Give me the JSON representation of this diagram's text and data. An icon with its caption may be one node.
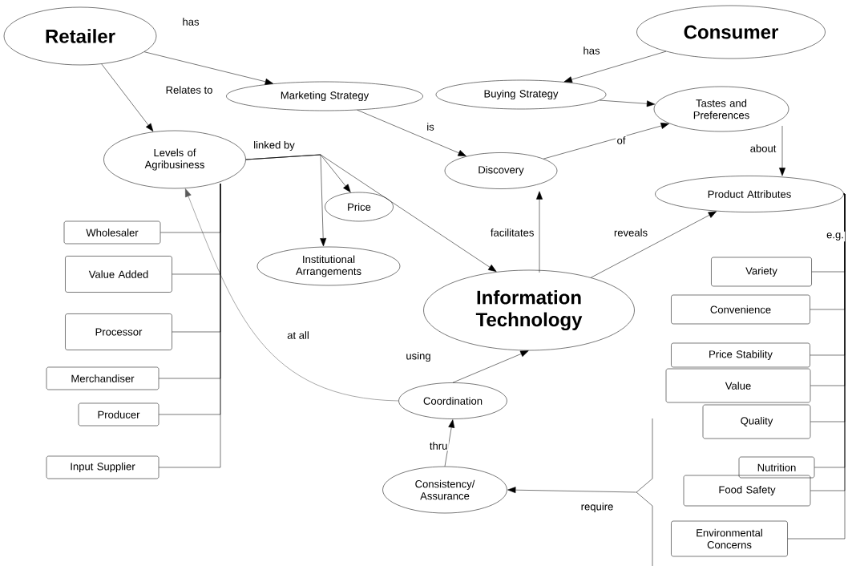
{
  "diagram": {
    "nodes": [
      {
        "text": [
          "Retailer"
        ]
      },
      {
        "text": [
          "Consumer"
        ]
      },
      {
        "text": [
          "Marketing Strategy"
        ]
      },
      {
        "text": [
          "Buying Strategy"
        ]
      },
      {
        "text": [
          "Tastes and Preferences"
        ]
      },
      {
        "text": [
          "Levels of Agribusiness"
        ]
      },
      {
        "text": [
          "Discovery"
        ]
      },
      {
        "text": [
          "Product Attributes"
        ]
      },
      {
        "text": [
          "Price"
        ]
      },
      {
        "text": [
          "Institutional Arrangements"
        ]
      },
      {
        "text": [
          "Information Technology"
        ]
      },
      {
        "text": [
          "Coordination"
        ]
      },
      {
        "text": [
          "Consistency/ Assurance"
        ]
      },
      {
        "text": [
          "Wholesaler"
        ]
      },
      {
        "text": [
          "Value Added"
        ]
      },
      {
        "text": [
          "Processor"
        ]
      },
      {
        "text": [
          "Merchandiser"
        ]
      },
      {
        "text": [
          "Producer"
        ]
      },
      {
        "text": [
          "Input Supplier"
        ]
      },
      {
        "text": [
          "Variety"
        ]
      },
      {
        "text": [
          "Convenience"
        ]
      },
      {
        "text": [
          "Price Stability"
        ]
      },
      {
        "text": [
          "Value"
        ]
      },
      {
        "text": [
          "Quality"
        ]
      },
      {
        "text": [
          "Nutrition"
        ]
      },
      {
        "text": [
          "Food Safety"
        ]
      },
      {
        "text": [
          "Environmental Concerns"
        ]
      },
      {
        "text": [],
        "shape": "bracket"
      }
    ],
    "edges": [
      {
        "from": 0,
        "to": 2,
        "arrow": "to",
        "label": "has"
      },
      {
        "from": 0,
        "to": 5,
        "arrow": "to",
        "label": "Relates to"
      },
      {
        "from": 1,
        "to": 3,
        "arrow": "to",
        "label": "has"
      },
      {
        "from": 3,
        "to": 4,
        "arrow": "to"
      },
      {
        "from": 2,
        "to": 6,
        "arrow": "to",
        "label": "is"
      },
      {
        "from": 6,
        "to": 4,
        "arrow": "to",
        "label": "of"
      },
      {
        "from": 4,
        "to": 7,
        "arrow": "to",
        "label": "about"
      },
      {
        "from": 5,
        "to": 8,
        "arrow": "to",
        "label": "linked by"
      },
      {
        "from": 5,
        "to": 9,
        "arrow": "to"
      },
      {
        "from": 5,
        "to": 10,
        "arrow": "to"
      },
      {
        "from": 10,
        "to": 6,
        "arrow": "to",
        "label": "facilitates"
      },
      {
        "from": 10,
        "to": 7,
        "arrow": "to",
        "label": "reveals"
      },
      {
        "from": 11,
        "to": 10,
        "arrow": "to",
        "label": "using"
      },
      {
        "from": 12,
        "to": 11,
        "arrow": "to",
        "label": "thru"
      },
      {
        "from": 11,
        "to": 5,
        "arrow": "to",
        "label": "at all"
      },
      {
        "from": 7,
        "to": 19,
        "arrow": "none",
        "label": "e.g."
      },
      {
        "from": 7,
        "to": 20,
        "arrow": "none"
      },
      {
        "from": 7,
        "to": 21,
        "arrow": "none"
      },
      {
        "from": 7,
        "to": 22,
        "arrow": "none"
      },
      {
        "from": 7,
        "to": 23,
        "arrow": "none"
      },
      {
        "from": 7,
        "to": 24,
        "arrow": "none"
      },
      {
        "from": 7,
        "to": 25,
        "arrow": "none"
      },
      {
        "from": 7,
        "to": 26,
        "arrow": "none"
      },
      {
        "from": 27,
        "to": 12,
        "arrow": "to",
        "label": "require"
      },
      {
        "from": 5,
        "to": 13,
        "arrow": "none"
      },
      {
        "from": 5,
        "to": 14,
        "arrow": "none"
      },
      {
        "from": 5,
        "to": 15,
        "arrow": "none"
      },
      {
        "from": 5,
        "to": 16,
        "arrow": "none"
      },
      {
        "from": 5,
        "to": 17,
        "arrow": "none"
      },
      {
        "from": 5,
        "to": 18,
        "arrow": "none"
      }
    ]
  }
}
